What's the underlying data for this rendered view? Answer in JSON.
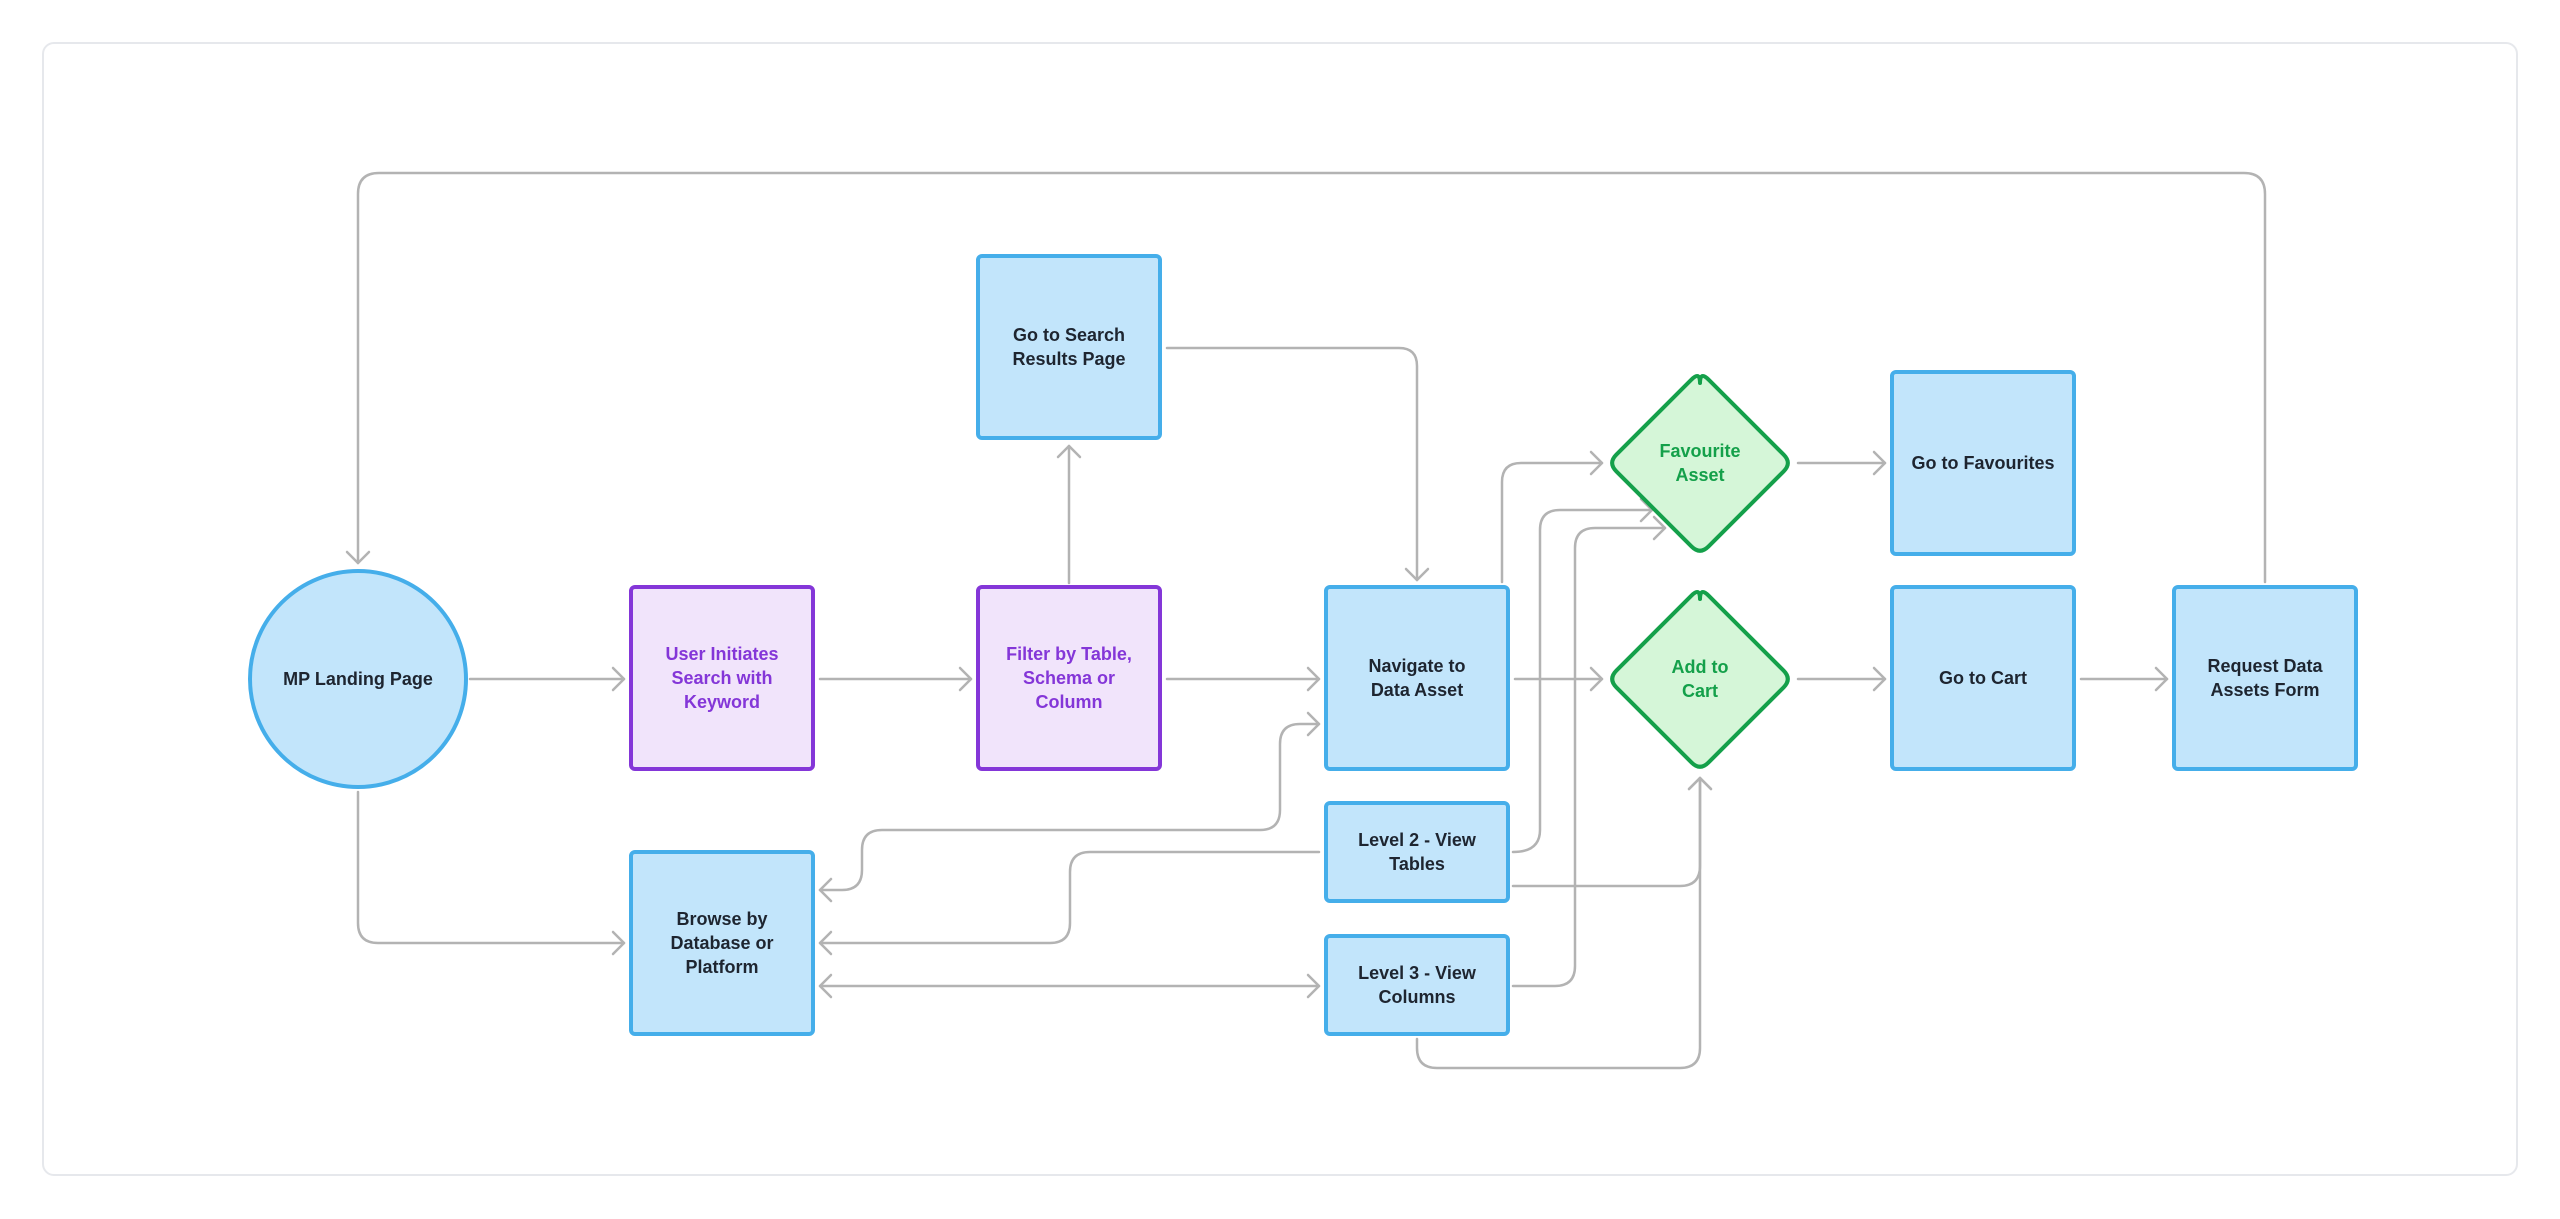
{
  "colors": {
    "blue_fill": "#c2e5fb",
    "blue_stroke": "#45aeea",
    "purple_fill": "#f1e4fb",
    "purple_stroke": "#8436d8",
    "purple_text": "#8436d8",
    "green_fill": "#d5f6d8",
    "green_stroke": "#14a04a",
    "green_text": "#14a04a",
    "dark_text": "#1e2530",
    "connector": "#b3b3b3",
    "frame_border": "#e6e8ec"
  },
  "nodes": {
    "landing": {
      "shape": "circle",
      "kind": "blue",
      "lines": [
        "MP Landing Page"
      ]
    },
    "search": {
      "shape": "rect",
      "kind": "purple",
      "lines": [
        "User Initiates",
        "Search with",
        "Keyword"
      ]
    },
    "filter": {
      "shape": "rect",
      "kind": "purple",
      "lines": [
        "Filter by Table,",
        "Schema or",
        "Column"
      ]
    },
    "results": {
      "shape": "rect",
      "kind": "blue",
      "lines": [
        "Go to Search",
        "Results Page"
      ]
    },
    "navigate": {
      "shape": "rect",
      "kind": "blue",
      "lines": [
        "Navigate to",
        "Data Asset"
      ]
    },
    "level2": {
      "shape": "rect",
      "kind": "blue",
      "lines": [
        "Level 2 - View",
        "Tables"
      ]
    },
    "level3": {
      "shape": "rect",
      "kind": "blue",
      "lines": [
        "Level 3 - View",
        "Columns"
      ]
    },
    "browse": {
      "shape": "rect",
      "kind": "blue",
      "lines": [
        "Browse by",
        "Database or",
        "Platform"
      ]
    },
    "favourite": {
      "shape": "diamond",
      "kind": "green",
      "lines": [
        "Favourite",
        "Asset"
      ]
    },
    "cart": {
      "shape": "diamond",
      "kind": "green",
      "lines": [
        "Add to",
        "Cart"
      ]
    },
    "goFav": {
      "shape": "rect",
      "kind": "blue",
      "lines": [
        "Go to Favourites"
      ]
    },
    "goCart": {
      "shape": "rect",
      "kind": "blue",
      "lines": [
        "Go to Cart"
      ]
    },
    "request": {
      "shape": "rect",
      "kind": "blue",
      "lines": [
        "Request Data",
        "Assets Form"
      ]
    }
  },
  "edges": [
    {
      "id": "landing-to-search",
      "from": "landing",
      "to": "search"
    },
    {
      "id": "search-to-filter",
      "from": "search",
      "to": "filter"
    },
    {
      "id": "filter-to-results",
      "from": "filter",
      "to": "results"
    },
    {
      "id": "filter-to-navigate",
      "from": "filter",
      "to": "navigate"
    },
    {
      "id": "results-to-navigate",
      "from": "results",
      "to": "navigate"
    },
    {
      "id": "navigate-to-favourite",
      "from": "navigate",
      "to": "favourite"
    },
    {
      "id": "navigate-to-cart",
      "from": "navigate",
      "to": "cart"
    },
    {
      "id": "favourite-to-gofav",
      "from": "favourite",
      "to": "goFav"
    },
    {
      "id": "cart-to-gocart",
      "from": "cart",
      "to": "goCart"
    },
    {
      "id": "gocart-to-request",
      "from": "goCart",
      "to": "request"
    },
    {
      "id": "request-to-landing",
      "from": "request",
      "to": "landing"
    },
    {
      "id": "landing-to-browse",
      "from": "landing",
      "to": "browse"
    },
    {
      "id": "browse-navigate",
      "from": "browse",
      "to": "navigate",
      "bidirectional": true
    },
    {
      "id": "browse-level2",
      "from": "level2",
      "to": "browse"
    },
    {
      "id": "browse-level3",
      "from": "browse",
      "to": "level3",
      "bidirectional": true
    },
    {
      "id": "level2-to-favourite",
      "from": "level2",
      "to": "favourite"
    },
    {
      "id": "level2-to-cart",
      "from": "level2",
      "to": "cart"
    },
    {
      "id": "level3-to-favourite",
      "from": "level3",
      "to": "favourite"
    },
    {
      "id": "level3-to-cart",
      "from": "level3",
      "to": "cart"
    }
  ]
}
